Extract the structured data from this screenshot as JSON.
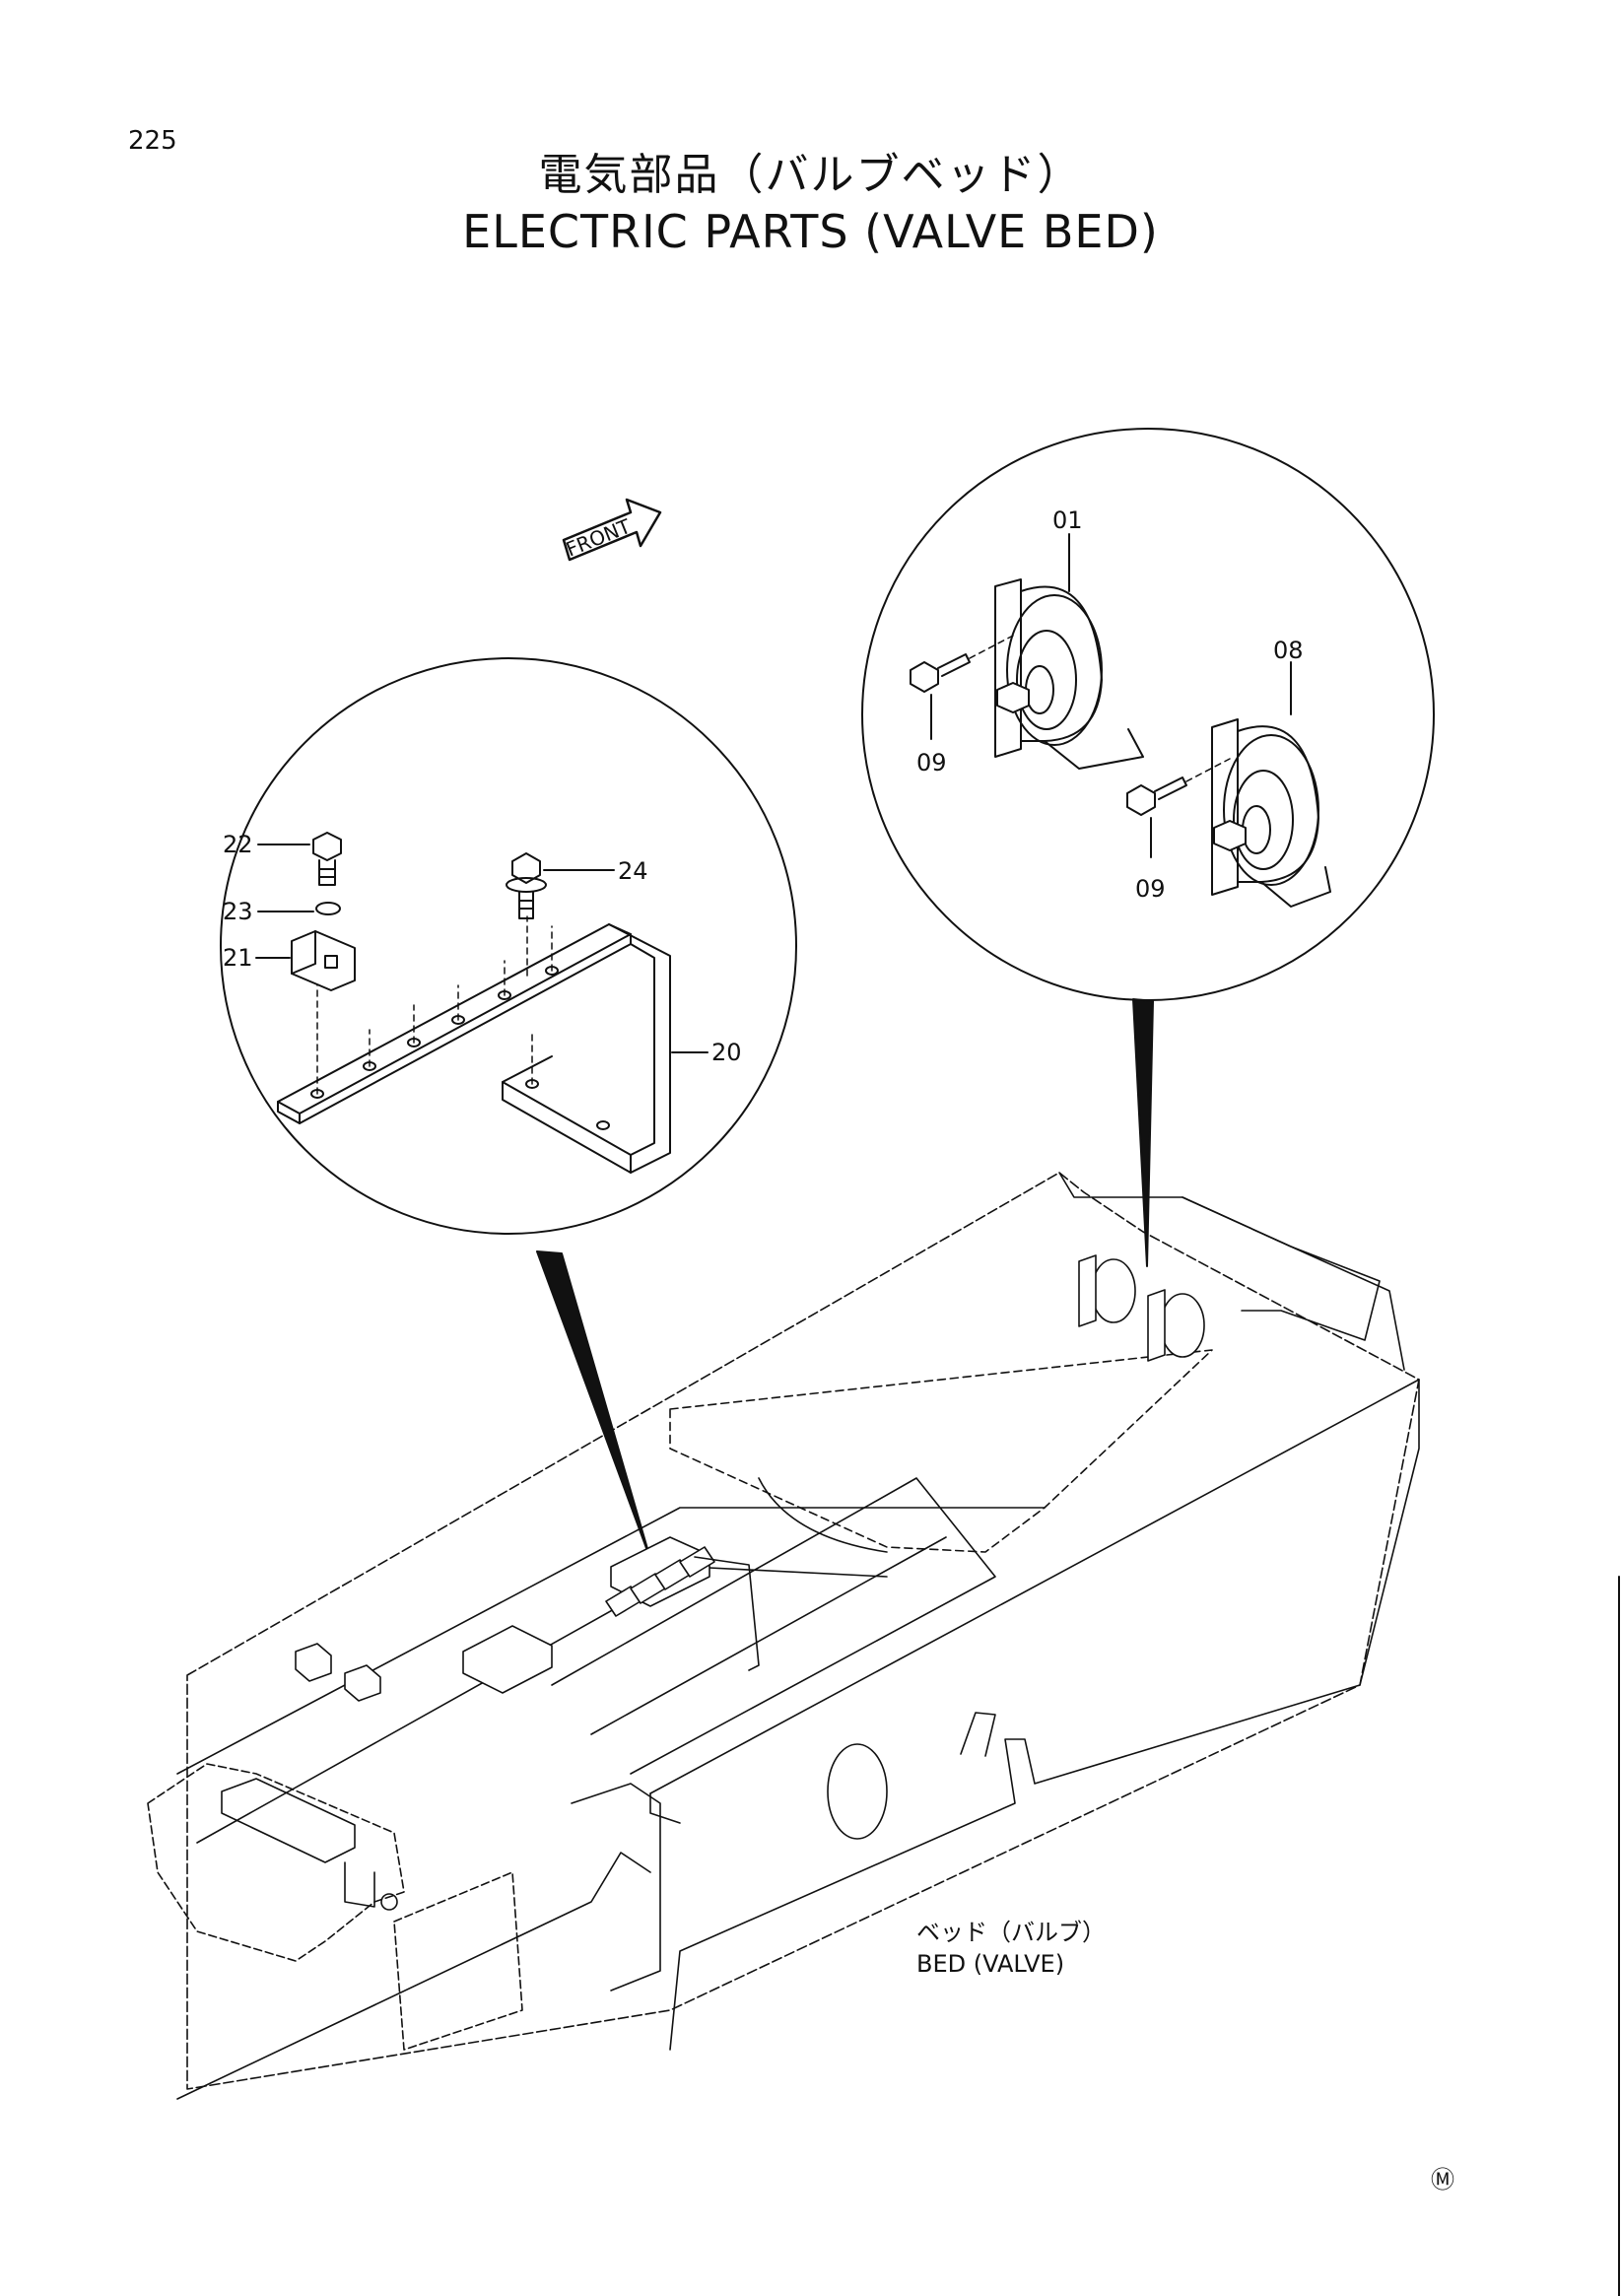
{
  "page_number": "225",
  "title": {
    "ja": "電気部品（バルブベッド）",
    "en": "ELECTRIC PARTS (VALVE BED)"
  },
  "front_arrow_label": "FRONT",
  "callouts": {
    "c01": "01",
    "c08": "08",
    "c09a": "09",
    "c09b": "09",
    "c20": "20",
    "c21": "21",
    "c22": "22",
    "c23": "23",
    "c24": "24"
  },
  "base_label": {
    "ja": "ベッド（バルブ）",
    "en": "BED (VALVE)"
  },
  "corner_mark": "Ⓜ",
  "icons": [
    "front-arrow-icon",
    "horn-icon",
    "bolt-icon",
    "bracket-icon"
  ],
  "colors": {
    "line": "#111111",
    "background": "#ffffff"
  }
}
